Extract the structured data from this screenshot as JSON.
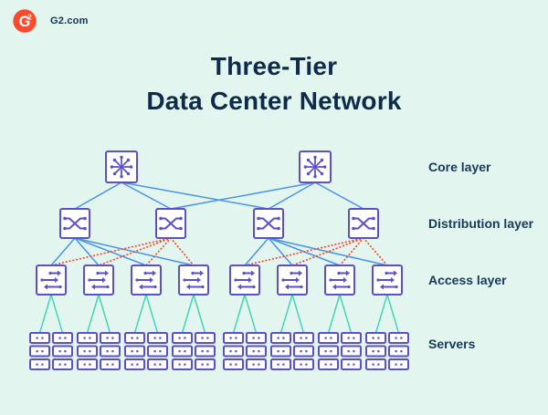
{
  "header": {
    "brand": "G2.com",
    "logo_letter": "G",
    "logo_digit": "2",
    "logo_color": "#ff492c"
  },
  "title": {
    "line1": "Three-Tier",
    "line2": "Data Center Network"
  },
  "diagram": {
    "layer_labels": [
      {
        "label": "Core layer"
      },
      {
        "label": "Distribution layer"
      },
      {
        "label": "Access layer"
      },
      {
        "label": "Servers"
      }
    ],
    "topology": {
      "core_count": 2,
      "distribution_count": 4,
      "access_count": 8,
      "server_stack_count": 16,
      "servers_per_stack": 3,
      "links": {
        "core_to_distribution": [
          [
            0,
            [
              0,
              1,
              2
            ]
          ],
          [
            1,
            [
              1,
              2,
              3
            ]
          ]
        ],
        "distribution_to_access_solid": [
          [
            0,
            [
              0,
              1,
              2,
              3
            ]
          ],
          [
            2,
            [
              4,
              5,
              6,
              7
            ]
          ]
        ],
        "distribution_to_access_dotted": [
          [
            1,
            [
              0,
              1,
              2,
              3
            ]
          ],
          [
            3,
            [
              4,
              5,
              6,
              7
            ]
          ]
        ],
        "server_stacks_per_access": 2
      }
    },
    "colors": {
      "node_stroke": "#5a50c7",
      "node_fill": "#ffffff",
      "primary_link": "#4a94e4",
      "backup_link": "#f05138",
      "server_link": "#3cd2b4"
    }
  }
}
